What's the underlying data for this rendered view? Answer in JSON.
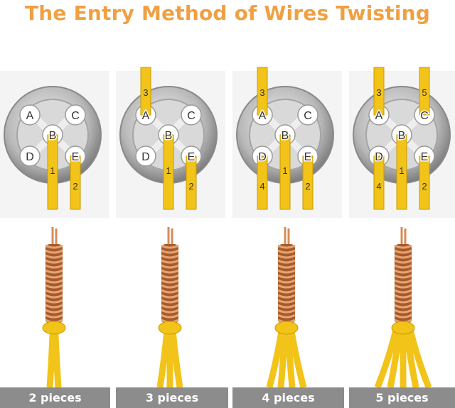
{
  "title": "The Entry Method of Wires Twisting",
  "connector": {
    "holes": [
      "A",
      "B",
      "C",
      "D",
      "E"
    ]
  },
  "panels": [
    {
      "caption": "2 pieces",
      "wires": [
        "1",
        "2"
      ]
    },
    {
      "caption": "3 pieces",
      "wires": [
        "1",
        "2",
        "3"
      ]
    },
    {
      "caption": "4 pieces",
      "wires": [
        "1",
        "2",
        "3",
        "4"
      ]
    },
    {
      "caption": "5 pieces",
      "wires": [
        "1",
        "2",
        "3",
        "4",
        "5"
      ]
    }
  ],
  "colors": {
    "title": "#f0a042",
    "wire": "#f2c318",
    "copper": "#b5652f",
    "caption_bar": "#8c8c8c"
  }
}
